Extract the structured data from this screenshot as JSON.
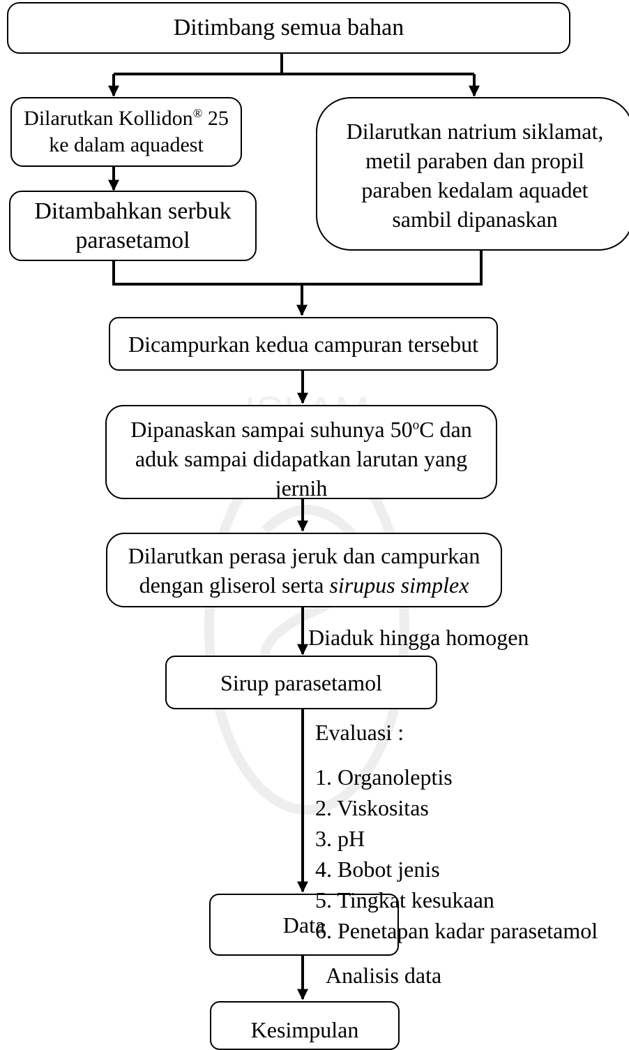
{
  "steps": {
    "weigh": "Ditimbang semua bahan",
    "kollidon_a": "Dilarutkan Kollidon",
    "kollidon_sup": "®",
    "kollidon_b": " 25",
    "kollidon_c": "ke dalam aquadest",
    "parasetamol_a": "Ditambahkan serbuk",
    "parasetamol_b": "parasetamol",
    "natrium_1": "Dilarutkan natrium siklamat,",
    "natrium_2": "metil paraben dan propil",
    "natrium_3": "paraben kedalam aquadet",
    "natrium_4": "sambil dipanaskan",
    "mix": "Dicampurkan kedua campuran tersebut",
    "heat_1a": "Dipanaskan sampai suhunya 50",
    "heat_1sup": "o",
    "heat_1b": "C dan",
    "heat_2": "aduk sampai didapatkan larutan yang",
    "heat_3": "jernih",
    "flavor_1": "Dilarutkan perasa jeruk dan campurkan",
    "flavor_2a": "dengan gliserol serta ",
    "flavor_2b": "sirupus simplex",
    "syrup": "Sirup parasetamol",
    "data": "Data",
    "conclusion": "Kesimpulan"
  },
  "edge_labels": {
    "stir": "Diaduk hingga homogen",
    "evaluation": "Evaluasi :",
    "analysis": "Analisis data"
  },
  "evaluation_items": [
    "1. Organoleptis",
    "2. Viskositas",
    "3. pH",
    "4. Bobot jenis",
    "5. Tingkat kesukaan",
    "6. Penetapan kadar parasetamol"
  ],
  "watermark": "ISLAM"
}
